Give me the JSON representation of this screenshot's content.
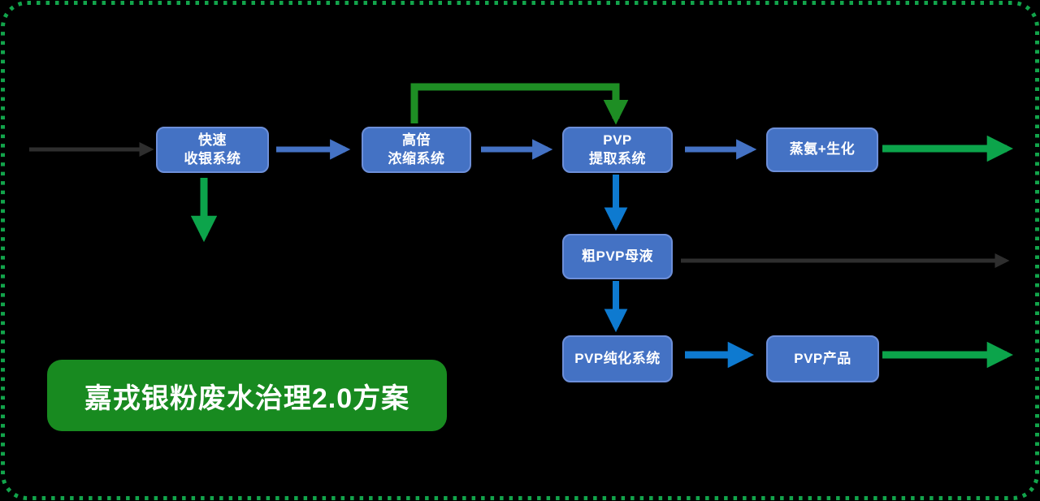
{
  "diagram": {
    "title": "嘉戎银粉废水治理2.0方案",
    "nodes": [
      {
        "id": "fast-silver-recovery",
        "label": "快速\n收银系统"
      },
      {
        "id": "high-fold-concentration",
        "label": "高倍\n浓缩系统"
      },
      {
        "id": "pvp-extraction",
        "label": "PVP\n提取系统"
      },
      {
        "id": "ammonia-stripping-biochem",
        "label": "蒸氨+生化"
      },
      {
        "id": "crude-pvp-mother-liquor",
        "label": "粗PVP母液"
      },
      {
        "id": "pvp-purification",
        "label": "PVP纯化系统"
      },
      {
        "id": "pvp-product",
        "label": "PVP产品"
      }
    ],
    "edges": [
      {
        "from": "external-inlet",
        "to": "fast-silver-recovery",
        "style": "black"
      },
      {
        "from": "fast-silver-recovery",
        "to": "high-fold-concentration",
        "style": "soft-blue"
      },
      {
        "from": "fast-silver-recovery",
        "to": "external-down",
        "style": "green"
      },
      {
        "from": "high-fold-concentration",
        "to": "pvp-extraction",
        "style": "soft-blue"
      },
      {
        "from": "high-fold-concentration",
        "to": "pvp-extraction",
        "style": "green-dark-loop-over-top"
      },
      {
        "from": "pvp-extraction",
        "to": "ammonia-stripping-biochem",
        "style": "soft-blue"
      },
      {
        "from": "pvp-extraction",
        "to": "crude-pvp-mother-liquor",
        "style": "bright-blue"
      },
      {
        "from": "ammonia-stripping-biochem",
        "to": "external-right",
        "style": "green"
      },
      {
        "from": "crude-pvp-mother-liquor",
        "to": "external-right",
        "style": "black"
      },
      {
        "from": "crude-pvp-mother-liquor",
        "to": "pvp-purification",
        "style": "bright-blue"
      },
      {
        "from": "pvp-purification",
        "to": "pvp-product",
        "style": "bright-blue"
      },
      {
        "from": "pvp-product",
        "to": "external-right",
        "style": "green"
      }
    ],
    "colors": {
      "background": "#000000",
      "node_fill": "#4472C4",
      "node_border": "#6D8FD9",
      "node_text": "#FFFFFF",
      "title_fill": "#188A20",
      "title_text": "#FFFFFF",
      "arrow_black": "#2E2E2E",
      "arrow_soft_blue": "#4472C4",
      "arrow_bright_blue": "#0E7AD0",
      "arrow_green_dark": "#1E8E24",
      "arrow_green": "#0CA44B",
      "border_dash": "#12A44B"
    }
  }
}
